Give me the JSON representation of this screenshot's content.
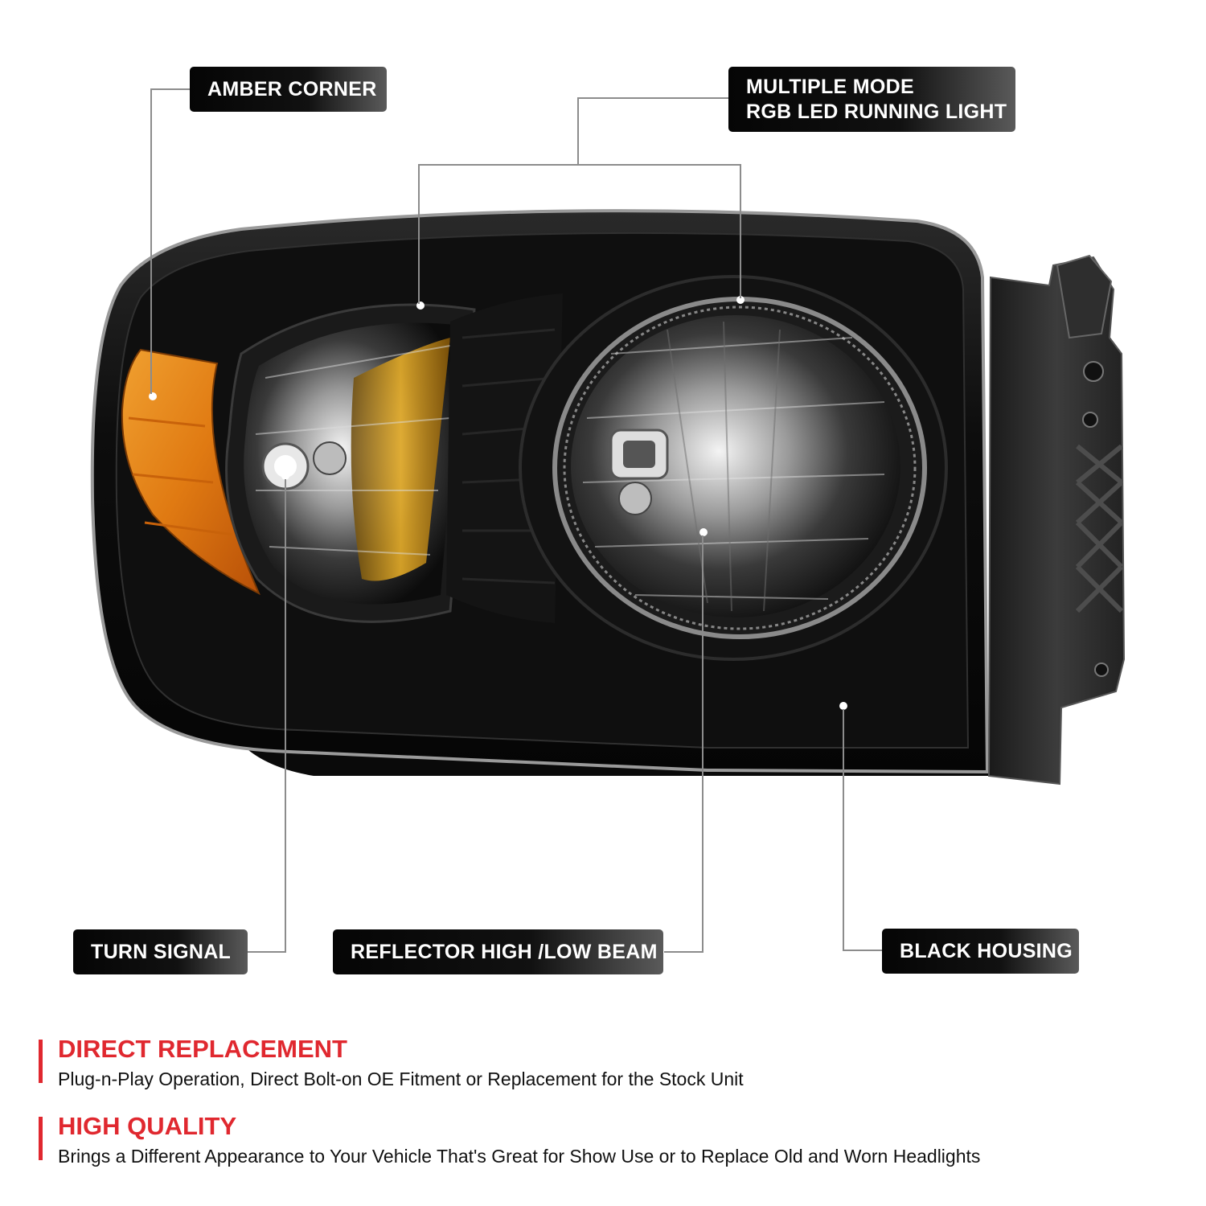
{
  "callouts": {
    "amber_corner": "AMBER CORNER",
    "rgb_led_line1": "MULTIPLE MODE",
    "rgb_led_line2": "RGB LED RUNNING LIGHT",
    "turn_signal": "TURN SIGNAL",
    "reflector_beam": "REFLECTOR HIGH /LOW BEAM",
    "black_housing": "BLACK HOUSING"
  },
  "features": [
    {
      "title": "DIRECT REPLACEMENT",
      "description": "Plug-n-Play Operation, Direct Bolt-on OE Fitment or Replacement for the Stock Unit"
    },
    {
      "title": "HIGH QUALITY",
      "description": "Brings a Different Appearance to Your Vehicle That's Great for Show Use or to Replace Old and Worn Headlights"
    }
  ],
  "colors": {
    "accent_red": "#e0282f",
    "housing_black": "#0b0b0b",
    "amber": "#e0780f"
  }
}
